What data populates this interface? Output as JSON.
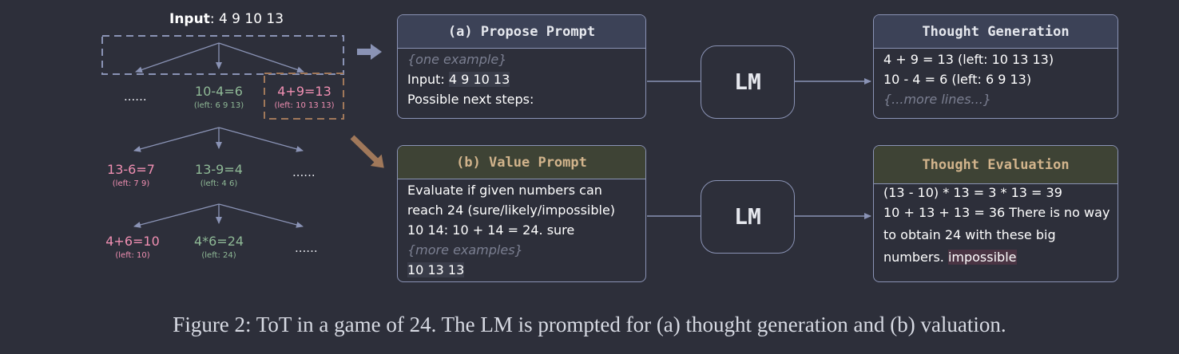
{
  "tree": {
    "input_label": "Input",
    "input_value": ": 4 9 10 13",
    "level1": [
      {
        "expr": "......",
        "left": ""
      },
      {
        "expr": "10-4=6",
        "left": "(left: 6 9 13)"
      },
      {
        "expr": "4+9=13",
        "left": "(left: 10 13 13)"
      }
    ],
    "level2": [
      {
        "expr": "13-6=7",
        "left": "(left: 7 9)"
      },
      {
        "expr": "13-9=4",
        "left": "(left: 4 6)"
      },
      {
        "expr": "......",
        "left": ""
      }
    ],
    "level3": [
      {
        "expr": "4+6=10",
        "left": "(left: 10)"
      },
      {
        "expr": "4*6=24",
        "left": "(left: 24)"
      },
      {
        "expr": "......",
        "left": ""
      }
    ]
  },
  "propose": {
    "title": "(a) Propose Prompt",
    "example": "{one example}",
    "input_prefix": "Input: ",
    "input_value": "4 9 10 13",
    "next": "Possible next steps:"
  },
  "value": {
    "title": "(b) Value Prompt",
    "line1": "Evaluate if given numbers can",
    "line2": "reach 24 (sure/likely/impossible)",
    "line3": "10 14: 10 + 14 = 24. sure",
    "more": "{more examples}",
    "query": "10 13 13"
  },
  "lm_label": "LM",
  "generation": {
    "title": "Thought Generation",
    "line1": "4 + 9 = 13 (left: 10 13 13)",
    "line2": "10 - 4 = 6 (left: 6 9 13)",
    "more": "{...more lines...}"
  },
  "evaluation": {
    "title": "Thought Evaluation",
    "line1": "(13 - 10) * 13 = 3 * 13 = 39",
    "line2": "10 + 13 + 13 = 36 There is no way",
    "line3": "to obtain 24 with these big",
    "line4_prefix": "numbers. ",
    "line4_hl": "impossible"
  },
  "caption": "Figure 2: ToT in a game of 24. The LM is prompted for (a) thought generation and (b) valuation.",
  "colors": {
    "background": "#2d2f3a",
    "border": "#8a93b5",
    "green": "#8fb996",
    "pink": "#f08fb2",
    "tan": "#a0785a"
  }
}
